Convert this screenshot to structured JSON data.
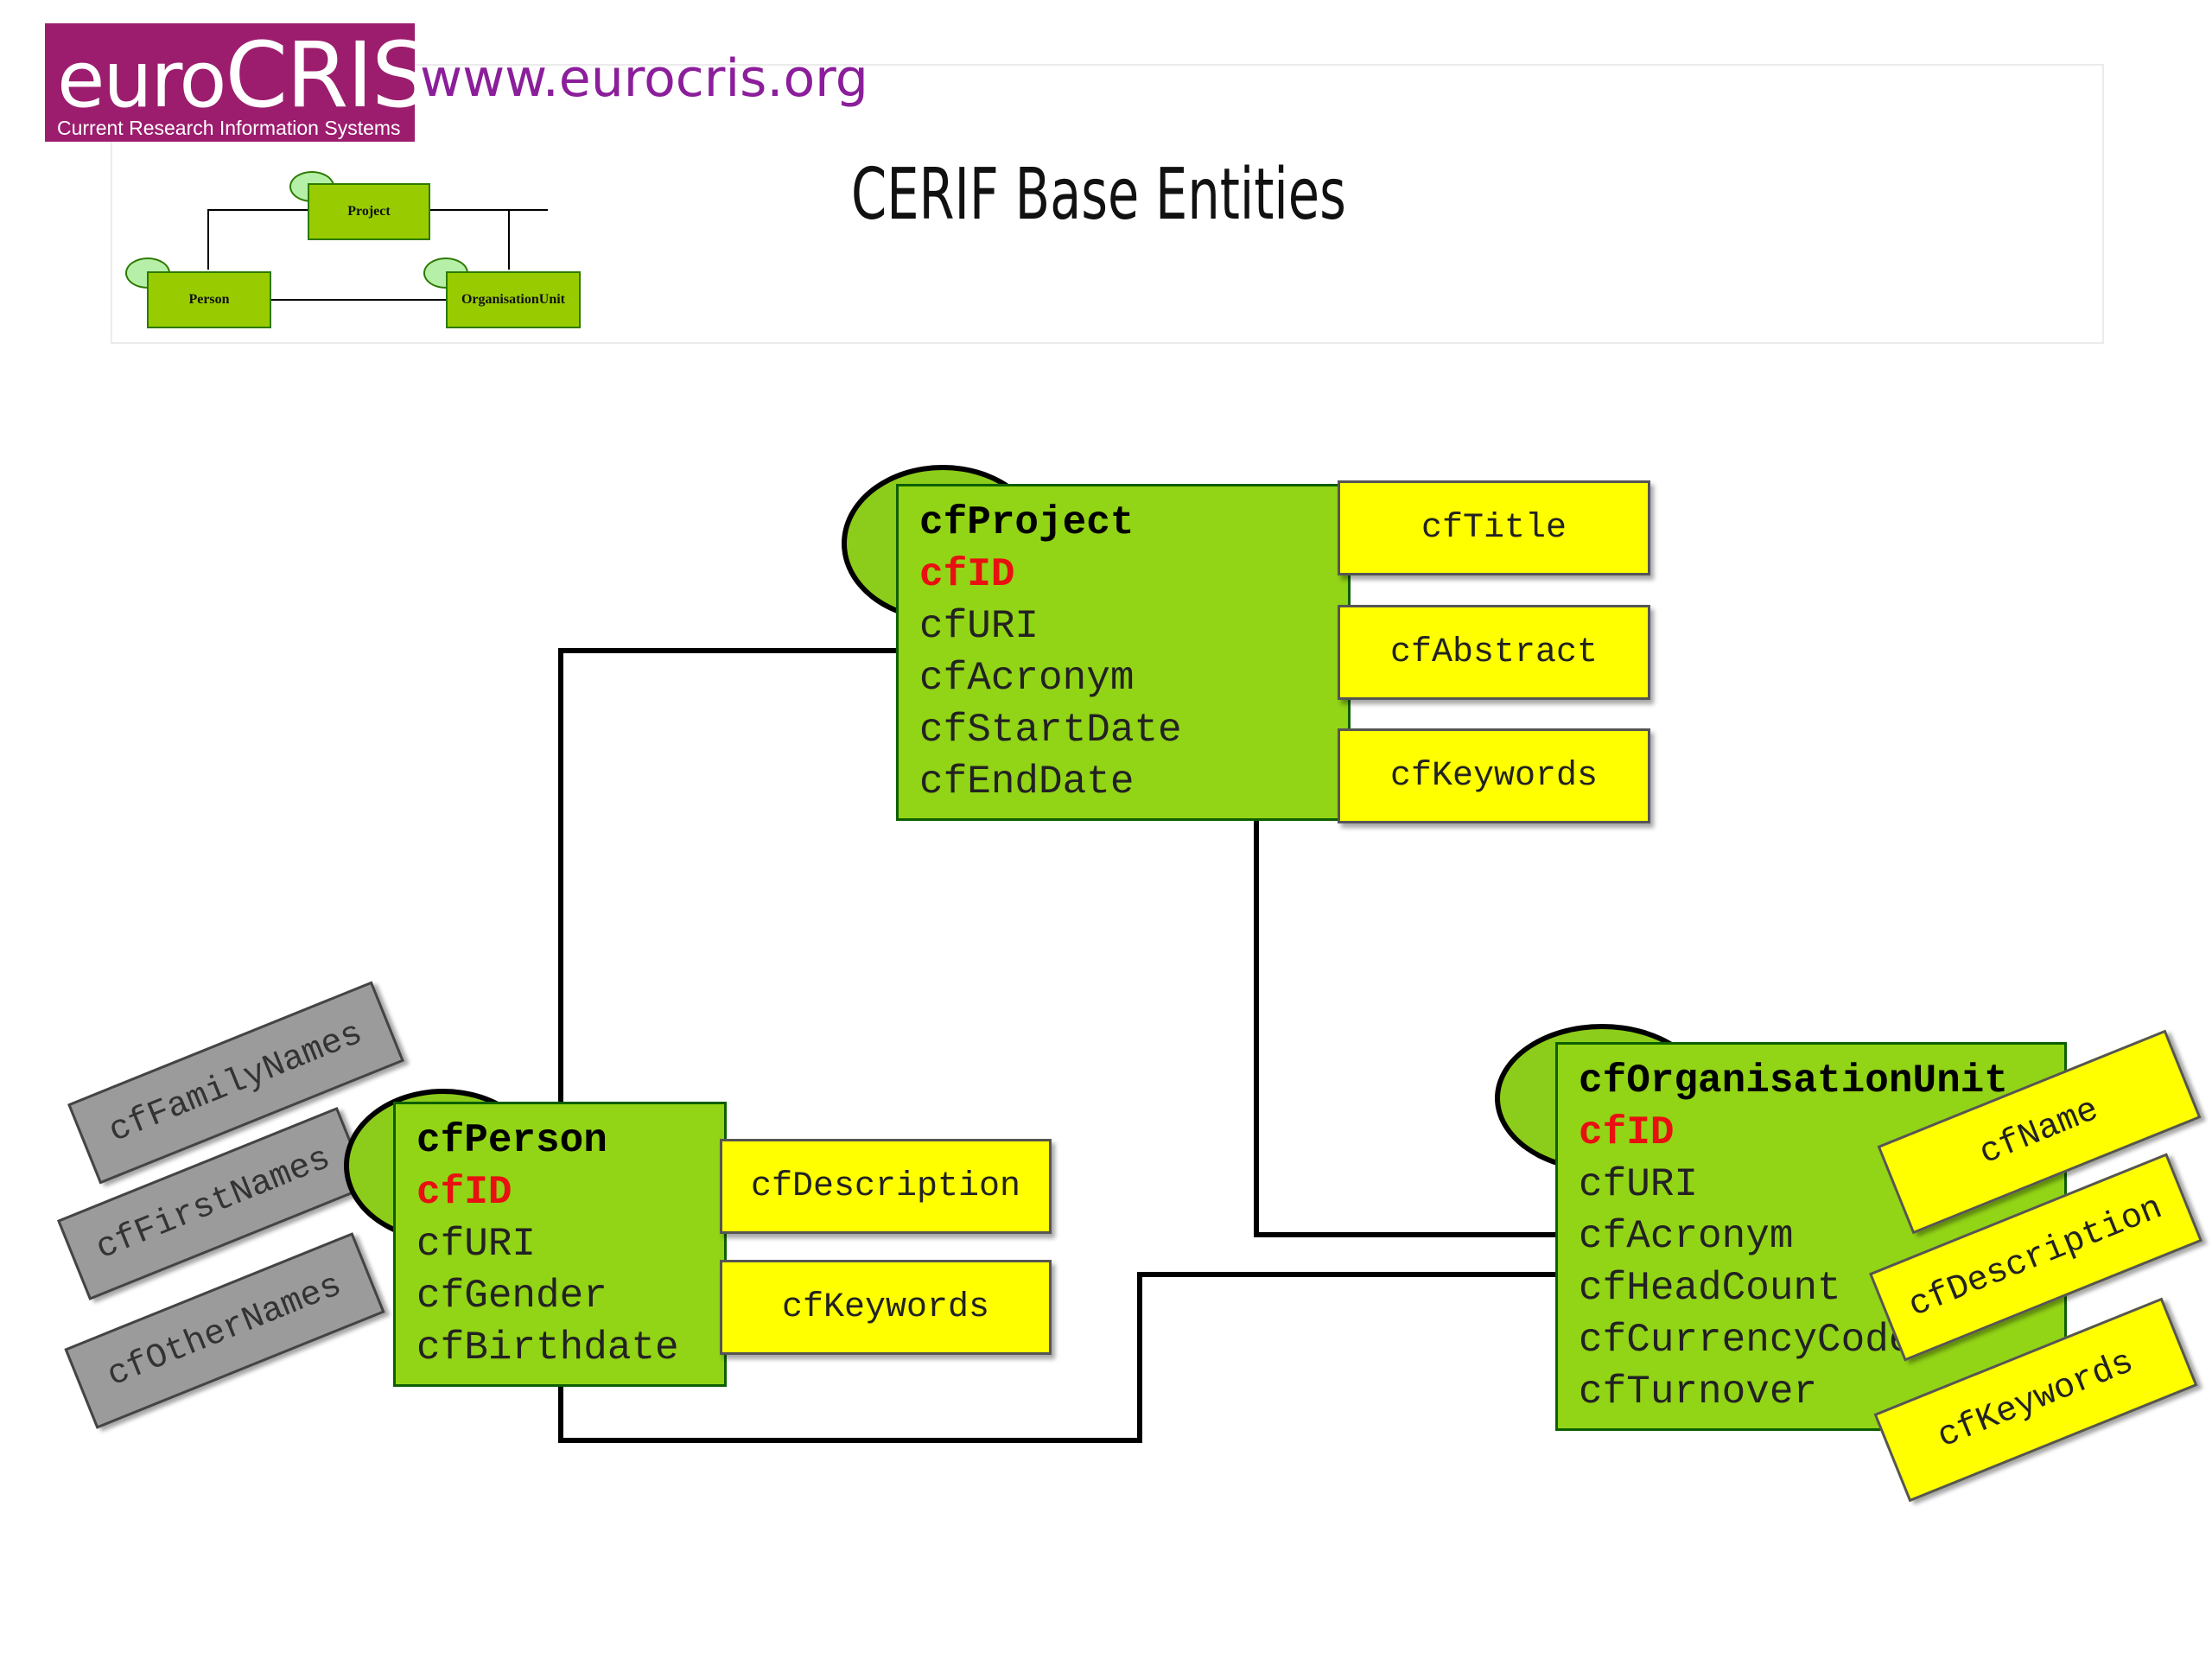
{
  "header": {
    "logo_main_small": "euro",
    "logo_main_big": "CRIS",
    "logo_sub": "Current Research Information Systems",
    "url": "www.eurocris.org",
    "title": "CERIF Base Entities"
  },
  "mini_diagram": {
    "project": "Project",
    "person": "Person",
    "org": "OrganisationUnit"
  },
  "project": {
    "name": "cfProject",
    "id": "cfID",
    "attrs": [
      "cfURI",
      "cfAcronym",
      "cfStartDate",
      "cfEndDate"
    ],
    "lang": [
      "cfTitle",
      "cfAbstract",
      "cfKeywords"
    ]
  },
  "person": {
    "name": "cfPerson",
    "id": "cfID",
    "attrs": [
      "cfURI",
      "cfGender",
      "cfBirthdate"
    ],
    "lang": [
      "cfDescription",
      "cfKeywords"
    ],
    "names": [
      "cfFamilyNames",
      "cfFirstNames",
      "cfOtherNames"
    ]
  },
  "org": {
    "name": "cfOrganisationUnit",
    "id": "cfID",
    "attrs": [
      "cfURI",
      "cfAcronym",
      "cfHeadCount",
      "cfCurrencyCode",
      "cfTurnover"
    ],
    "lang": [
      "cfName",
      "cfDescription",
      "cfKeywords"
    ]
  },
  "colors": {
    "entity": "#92d416",
    "lang_attr": "#ffff00",
    "name_attr": "#9b9b9b",
    "id_text": "#e81010",
    "logo_bg": "#9c1d6e"
  }
}
